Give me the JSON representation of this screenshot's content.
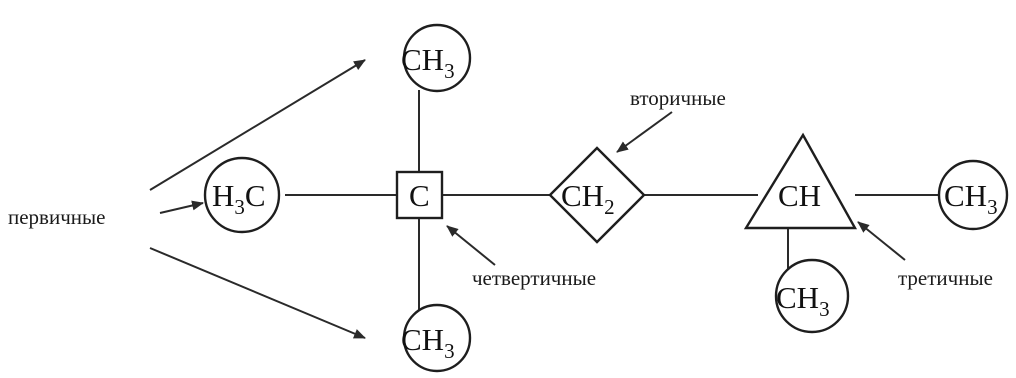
{
  "diagram": {
    "atoms": {
      "top_ch3": {
        "main": "CH",
        "sub": "3"
      },
      "bottom_ch3": {
        "main": "CH",
        "sub": "3"
      },
      "left_h3c": {
        "pre": "H",
        "sub": "3",
        "post": "C"
      },
      "quaternary_c": {
        "main": "C"
      },
      "secondary_ch2": {
        "main": "CH",
        "sub": "2"
      },
      "tertiary_ch": {
        "main": "CH"
      },
      "branch_ch3": {
        "main": "CH",
        "sub": "3"
      },
      "right_ch3": {
        "main": "CH",
        "sub": "3"
      }
    },
    "labels": {
      "primary": "первичные",
      "quaternary": "четвертичные",
      "secondary": "вторичные",
      "tertiary": "третичные"
    },
    "colors": {
      "stroke": "#1e1e1e",
      "background": "#ffffff"
    }
  }
}
